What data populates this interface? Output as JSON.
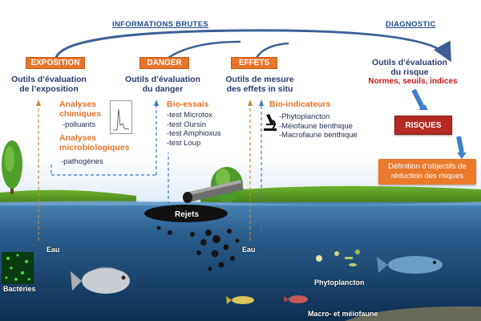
{
  "headers": {
    "info": "INFORMATIONS BRUTES",
    "diagnostic": "DIAGNOSTIC"
  },
  "exposition": {
    "box": "EXPOSITION",
    "title_l1": "Outils d’évaluation",
    "title_l2": "de l’exposition",
    "analyses_chim_l1": "Analyses",
    "analyses_chim_l2": "chimiques",
    "polluants": "-polluants",
    "analyses_micro_l1": "Analyses",
    "analyses_micro_l2": "microbiologiques",
    "pathogenes": "-pathogènes"
  },
  "danger": {
    "box": "DANGER",
    "title_l1": "Outils d’évaluation",
    "title_l2": "du danger",
    "bioessais": "Bio-essais",
    "tests": [
      "-test Microtox",
      "-test Oursin",
      "-test Amphioxus",
      "-test Loup"
    ]
  },
  "effets": {
    "box": "EFFETS",
    "title_l1": "Outils de mesure",
    "title_l2": "des effets in situ",
    "bioindicateurs": "Bio-indicateurs",
    "items": [
      "-Phytoplancton",
      "-Méiofaune benthique",
      "-Macrofaune benthique"
    ]
  },
  "diagnostic": {
    "title_l1": "Outils d’évaluation",
    "title_l2": "du risque",
    "normes": "Normes, seuils, indices",
    "risques": "RISQUES",
    "definition_l1": "Définition d’objectifs de",
    "definition_l2": "réduction des risques"
  },
  "scene": {
    "rejets": "Rejets",
    "eau_left": "Eau",
    "eau_mid": "Eau",
    "bacteries": "Bactéries",
    "phytoplancton": "Phytoplancton",
    "macro": "Macro- et méiofaune"
  },
  "colors": {
    "orange": "#e8742a",
    "navy": "#244a8a",
    "red": "#c41a1a",
    "water": "#1e4e7a"
  }
}
